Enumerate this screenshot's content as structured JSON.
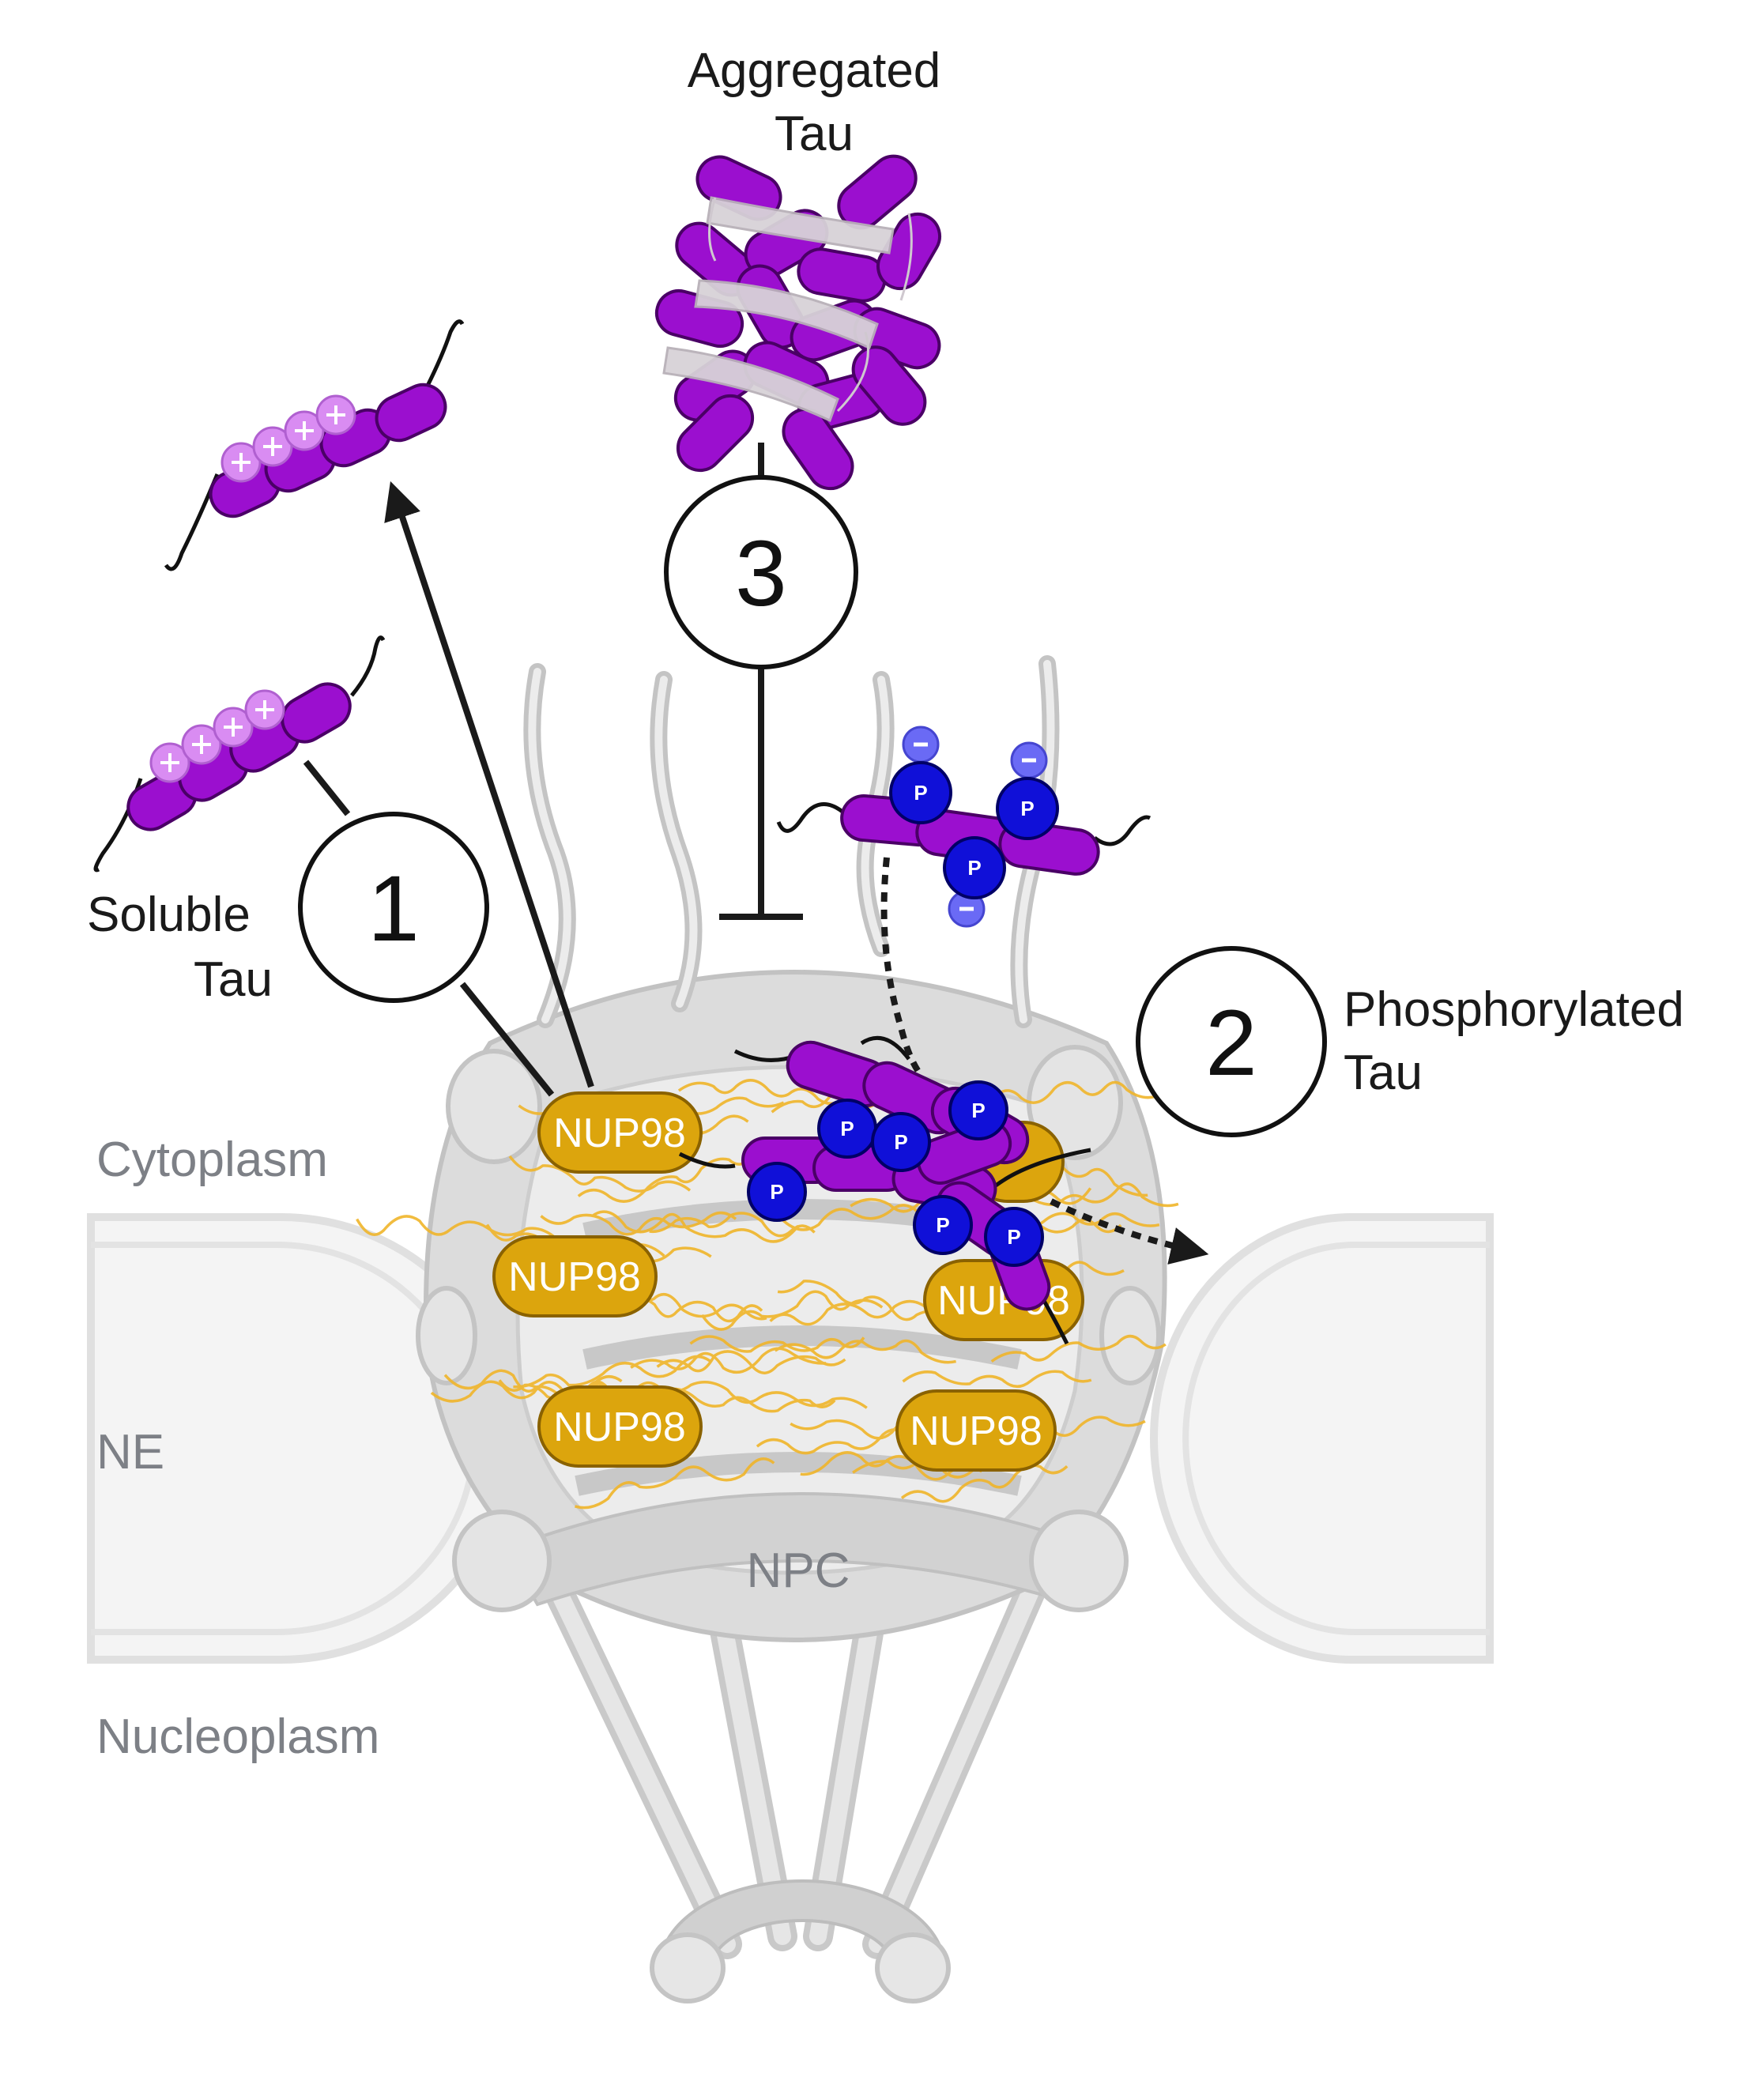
{
  "labels": {
    "aggregated_tau": [
      "Aggregated",
      "Tau"
    ],
    "soluble_tau": [
      "Soluble",
      "Tau"
    ],
    "phosphorylated_tau": [
      "Phosphorylated",
      "Tau"
    ],
    "cytoplasm": "Cytoplasm",
    "ne": "NE",
    "nucleoplasm": "Nucleoplasm",
    "npc": "NPC"
  },
  "steps": [
    "1",
    "2",
    "3"
  ],
  "nup98_label": "NUP98",
  "phospho_label": "P",
  "colors": {
    "tau_purple": "#9b0fcf",
    "charge_pink": "#d98cf2",
    "phospho_blue": "#1010d8",
    "negative_blue": "#6a6af5",
    "nup98_gold": "#dca50d",
    "fg_repeats": "#f0b52a",
    "npc_grey": "#d3d3d3",
    "membrane_grey": "#f2f2f2"
  }
}
